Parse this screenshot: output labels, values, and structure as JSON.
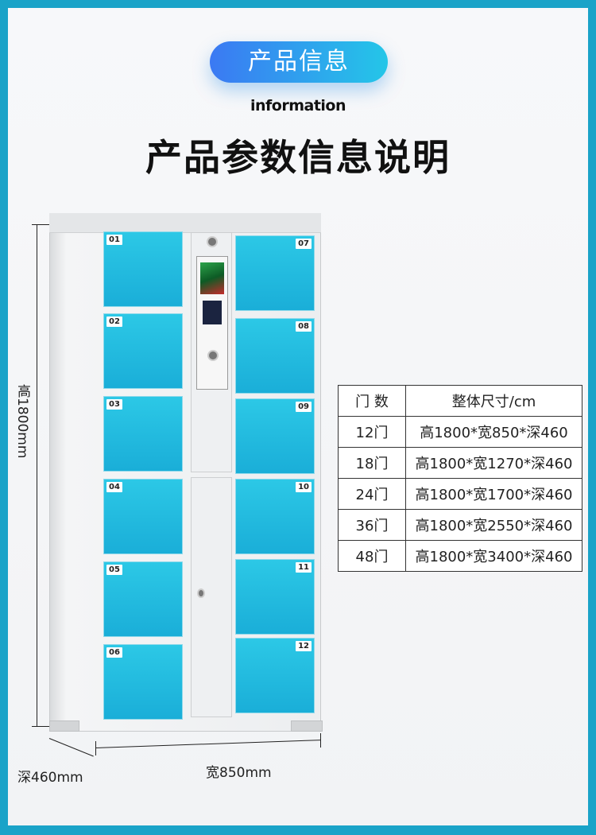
{
  "header": {
    "badge_title": "产品信息",
    "subtitle_en": "information",
    "main_title": "产品参数信息说明"
  },
  "product_image": {
    "height_label": "高1800mm",
    "depth_label": "深460mm",
    "width_label": "宽850mm",
    "door_numbers_left": [
      "01",
      "02",
      "03",
      "04",
      "05",
      "06"
    ],
    "door_numbers_right": [
      "07",
      "08",
      "09",
      "10",
      "11",
      "12"
    ],
    "door_color": "#1fb8de"
  },
  "spec_table": {
    "headers": [
      "门 数",
      "整体尺寸/cm"
    ],
    "rows": [
      [
        "12门",
        "高1800*宽850*深460"
      ],
      [
        "18门",
        "高1800*宽1270*深460"
      ],
      [
        "24门",
        "高1800*宽1700*深460"
      ],
      [
        "36门",
        "高1800*宽2550*深460"
      ],
      [
        "48门",
        "高1800*宽3400*深460"
      ]
    ]
  },
  "colors": {
    "frame": "#1aa3c8",
    "pill_start": "#3b79f3",
    "pill_end": "#24c6e8"
  }
}
